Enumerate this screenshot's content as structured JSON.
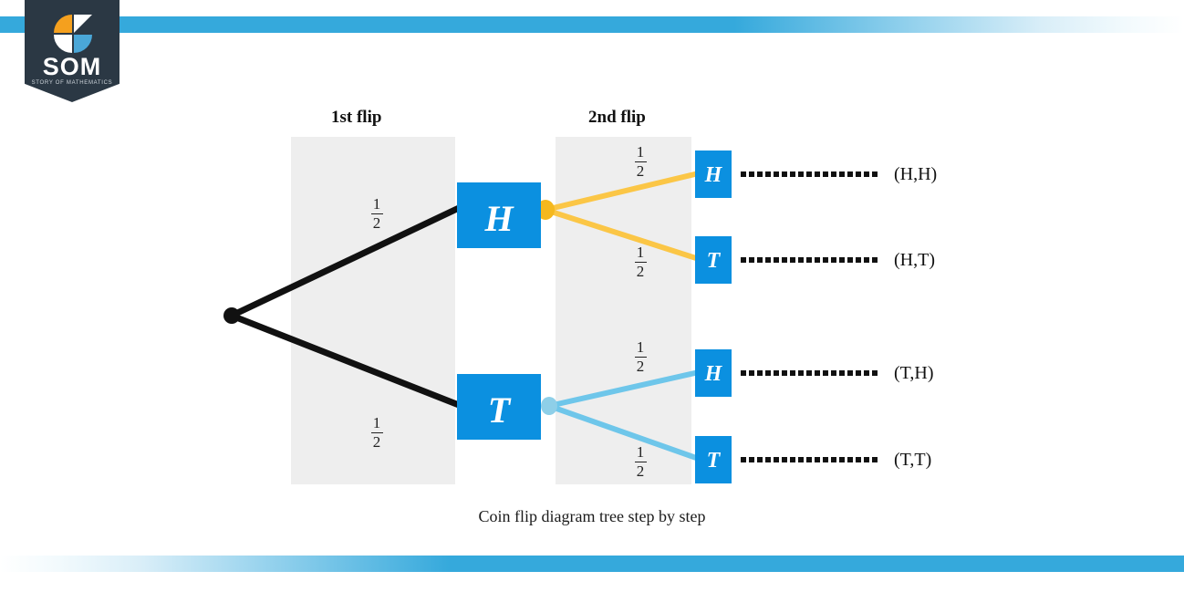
{
  "brand": {
    "wordmark": "SOM",
    "tagline": "STORY OF MATHEMATICS",
    "shield_color": "#2b3844",
    "mark_orange": "#f5a01e",
    "mark_blue": "#4aa7d8",
    "mark_white": "#ffffff"
  },
  "stripes": {
    "accent_color": "#35a9dc",
    "top_name": "top-accent-stripe",
    "bottom_name": "bottom-accent-stripe"
  },
  "diagram": {
    "caption": "Coin flip diagram tree step by step",
    "columns": [
      {
        "title": "1st flip",
        "band_color": "#eeeeee"
      },
      {
        "title": "2nd flip",
        "band_color": "#eeeeee"
      }
    ],
    "colors": {
      "node_fill": "#0b90e0",
      "node_text": "#ffffff",
      "root_branch": "#111111",
      "heads_branch": "#fbc646",
      "tails_branch": "#6ec6ea",
      "heads_hub": "#f5b81e",
      "tails_hub": "#8ecfe8",
      "dot_color": "#111111"
    },
    "root": {
      "label": "",
      "node_name": "root-node"
    },
    "level1": [
      {
        "id": "h1",
        "label": "H",
        "probability_num": "1",
        "probability_den": "2"
      },
      {
        "id": "t1",
        "label": "T",
        "probability_num": "1",
        "probability_den": "2"
      }
    ],
    "level2": [
      {
        "id": "hh",
        "label": "H",
        "parent": "h1",
        "probability_num": "1",
        "probability_den": "2",
        "outcome": "(H,H)"
      },
      {
        "id": "ht",
        "label": "T",
        "parent": "h1",
        "probability_num": "1",
        "probability_den": "2",
        "outcome": "(H,T)"
      },
      {
        "id": "th",
        "label": "H",
        "parent": "t1",
        "probability_num": "1",
        "probability_den": "2",
        "outcome": "(T,H)"
      },
      {
        "id": "tt",
        "label": "T",
        "parent": "t1",
        "probability_num": "1",
        "probability_den": "2",
        "outcome": "(T,T)"
      }
    ]
  }
}
